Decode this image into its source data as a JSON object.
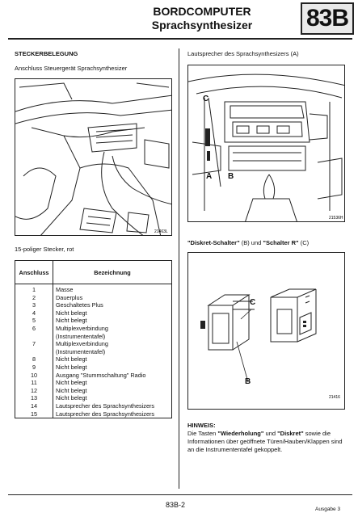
{
  "header": {
    "title_line1": "BORDCOMPUTER",
    "title_line2": "Sprachsynthesizer",
    "chapter": "83B"
  },
  "left": {
    "section_heading": "STECKERBELEGUNG",
    "figure_caption": "Anschluss Steuergerät Sprachsynthesizer",
    "figure_ref": "21463L",
    "connector_label": "15-poliger Stecker, rot",
    "table": {
      "header_col1": "Anschluss",
      "header_col2": "Bezeichnung",
      "rows": [
        {
          "n": "1",
          "d": "Masse"
        },
        {
          "n": "2",
          "d": "Dauerplus"
        },
        {
          "n": "3",
          "d": "Geschaltetes Plus"
        },
        {
          "n": "4",
          "d": "Nicht belegt"
        },
        {
          "n": "5",
          "d": "Nicht belegt"
        },
        {
          "n": "6",
          "d": "Multiplexverbindung"
        },
        {
          "n": "",
          "d": "(Instrumententafel)"
        },
        {
          "n": "7",
          "d": "Multiplexverbindung"
        },
        {
          "n": "",
          "d": "(Instrumententafel)"
        },
        {
          "n": "8",
          "d": "Nicht belegt"
        },
        {
          "n": "9",
          "d": "Nicht belegt"
        },
        {
          "n": "10",
          "d": "Ausgang \"Stummschaltung\" Radio"
        },
        {
          "n": "11",
          "d": "Nicht belegt"
        },
        {
          "n": "12",
          "d": "Nicht belegt"
        },
        {
          "n": "13",
          "d": "Nicht belegt"
        },
        {
          "n": "14",
          "d": "Lautsprecher des Sprachsynthesizers"
        },
        {
          "n": "15",
          "d": "Lautsprecher des Sprachsynthesizers"
        }
      ]
    }
  },
  "right": {
    "fig1_caption": "Lautsprecher des Sprachsynthesizers (A)",
    "fig1_labels": {
      "c": "C",
      "a": "A",
      "b": "B"
    },
    "fig1_ref": "21536H",
    "switches_caption_part1": "\"Diskret-Schalter\"",
    "switches_caption_part2": " (B) und ",
    "switches_caption_part3": "\"Schalter R\"",
    "switches_caption_part4": " (C)",
    "fig2_labels": {
      "c": "C",
      "b": "B"
    },
    "fig2_ref": "21416",
    "note_heading": "HINWEIS:",
    "note_part1": "Die Tasten ",
    "note_bold1": "\"Wiederholung\"",
    "note_part2": " und ",
    "note_bold2": "\"Diskret\"",
    "note_part3": " sowie die Informationen über geöffnete Türen/Hauben/Klappen sind an die Instrumententafel gekoppelt."
  },
  "footer": {
    "page": "83B-2",
    "edition": "Ausgabe 3"
  }
}
